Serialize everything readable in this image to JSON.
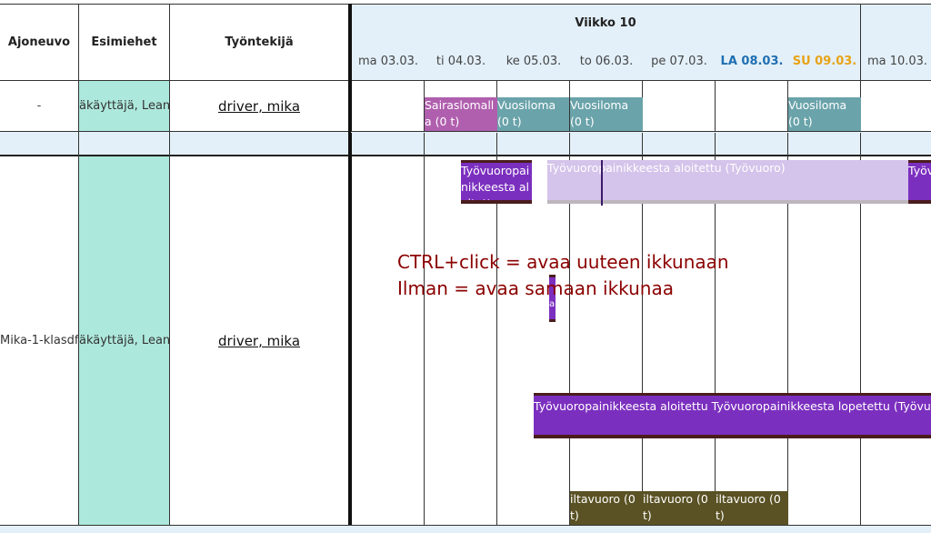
{
  "columns": {
    "vehicle": "Ajoneuvo",
    "supervisors": "Esimiehet",
    "employee": "Työntekijä"
  },
  "week_label": "Viikko 10",
  "days": [
    {
      "label": "ma 03.03.",
      "color": "#444444",
      "bold": false
    },
    {
      "label": "ti 04.03.",
      "color": "#444444",
      "bold": false
    },
    {
      "label": "ke 05.03.",
      "color": "#444444",
      "bold": false
    },
    {
      "label": "to 06.03.",
      "color": "#444444",
      "bold": false
    },
    {
      "label": "pe 07.03.",
      "color": "#444444",
      "bold": false
    },
    {
      "label": "LA 08.03.",
      "color": "#1f6fb2",
      "bold": true
    },
    {
      "label": "SU 09.03.",
      "color": "#e8a317",
      "bold": true
    },
    {
      "label": "ma 10.03.",
      "color": "#444444",
      "bold": false
    }
  ],
  "rows": [
    {
      "vehicle": "-",
      "supervisor": "äkäyttäjä, Leanv",
      "employee": "driver, mika",
      "events": [
        {
          "text": "Sairaslomalla (0 t)",
          "color": "#b05fae"
        },
        {
          "text": "Vuosiloma (0 t)",
          "color": "#6aa3aa"
        },
        {
          "text": "Vuosiloma (0 t)",
          "color": "#6aa3aa"
        },
        {
          "text": "Vuosiloma (0 t)",
          "color": "#6aa3aa"
        }
      ]
    },
    {
      "vehicle": "Mika-1-klasdf",
      "supervisor": "äkäyttäjä, Leanv",
      "employee": "driver, mika",
      "events": [
        {
          "text": "Työvuoropainikkeesta aloitettu",
          "color": "#7b2fbf"
        },
        {
          "text": "Työvuoropainikkeesta aloitettu (Työvuoro)",
          "color": "#d4c3ea"
        },
        {
          "text": "Työvuoropainikkeesta aloitettu Työvuoropainikkeesta",
          "color": "#7b2fbf"
        },
        {
          "text": "a",
          "color": "#7b2fbf"
        },
        {
          "text": "Työvuoropainikkeesta aloitettu Työvuoropainikkeesta lopetettu (Työvuoro)",
          "color": "#7b2fbf"
        },
        {
          "text": "iltavuoro (0 t)",
          "color": "#5a5224"
        },
        {
          "text": "iltavuoro (0 t)",
          "color": "#5a5224"
        },
        {
          "text": "iltavuoro (0 t)",
          "color": "#5a5224"
        }
      ]
    }
  ],
  "tooltip": {
    "line1": "CTRL+click = avaa uuteen ikkunaan",
    "line2": "Ilman = avaa samaan ikkunaa"
  },
  "colors": {
    "header_bg": "#e3f0f9",
    "separator_bg": "#e3f0f9",
    "supervisor_bg": "#ade8dc",
    "note_text": "#8b0000"
  }
}
